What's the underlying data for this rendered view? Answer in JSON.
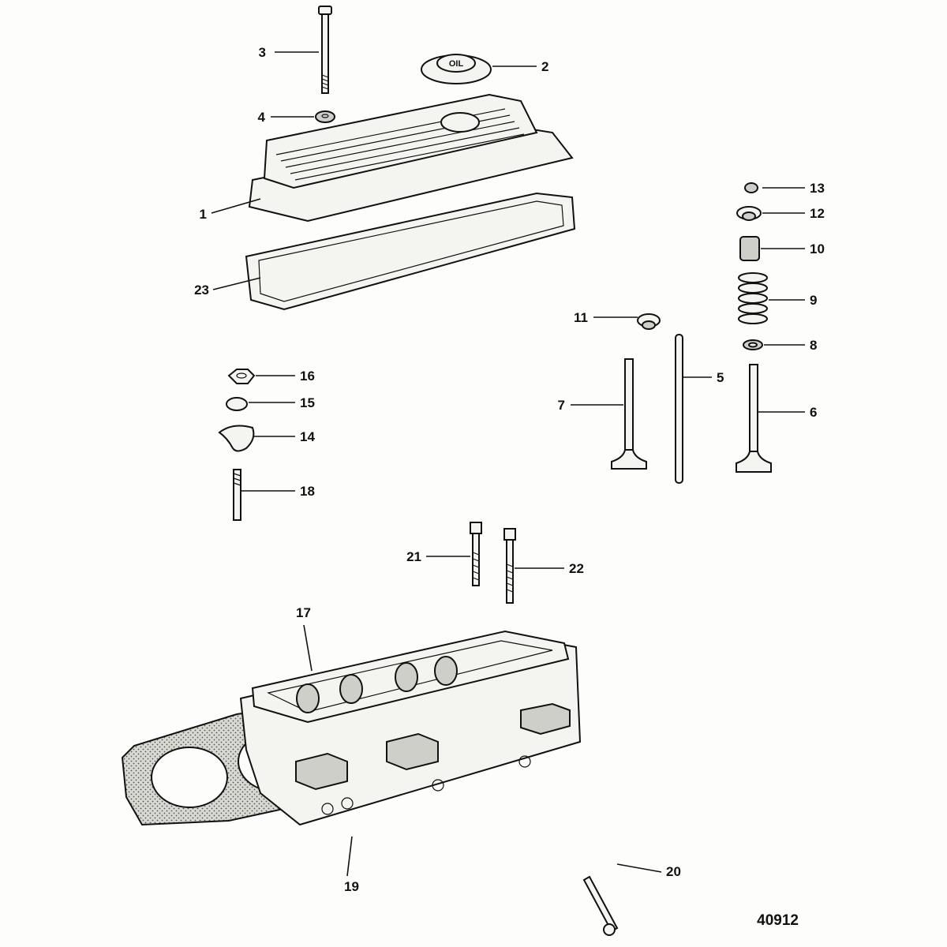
{
  "callouts": {
    "c1": "1",
    "c2": "2",
    "c3": "3",
    "c4": "4",
    "c5": "5",
    "c6": "6",
    "c7": "7",
    "c8": "8",
    "c9": "9",
    "c10": "10",
    "c11": "11",
    "c12": "12",
    "c13": "13",
    "c14": "14",
    "c15": "15",
    "c16": "16",
    "c17": "17",
    "c18": "18",
    "c19": "19",
    "c20": "20",
    "c21": "21",
    "c22": "22",
    "c23": "23"
  },
  "cap_text": "OIL",
  "figure_number": "40912"
}
